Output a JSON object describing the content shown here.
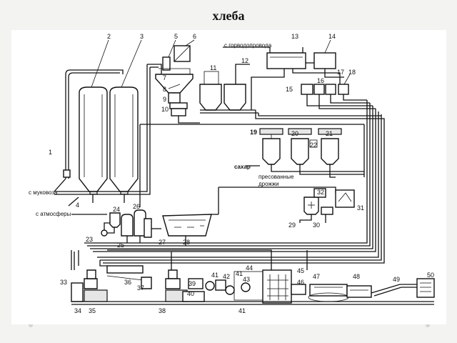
{
  "title": "хлеба",
  "labels": {
    "water": "с горводопровода",
    "sugar": "сахар",
    "yeast_line1": "пресованные",
    "yeast_line2": "дрожжи",
    "flour_truck": "с муковоза",
    "atmosphere": "с атмосферы"
  },
  "numbers": [
    "1",
    "2",
    "3",
    "4",
    "5",
    "6",
    "7",
    "8",
    "9",
    "10",
    "11",
    "12",
    "13",
    "14",
    "15",
    "16",
    "17",
    "18",
    "19",
    "20",
    "21",
    "22",
    "23",
    "24",
    "25",
    "26",
    "27",
    "28",
    "29",
    "30",
    "31",
    "32",
    "33",
    "34",
    "35",
    "36",
    "37",
    "38",
    "39",
    "40",
    "41",
    "42",
    "43",
    "44",
    "45",
    "46",
    "47",
    "48",
    "49",
    "50"
  ]
}
